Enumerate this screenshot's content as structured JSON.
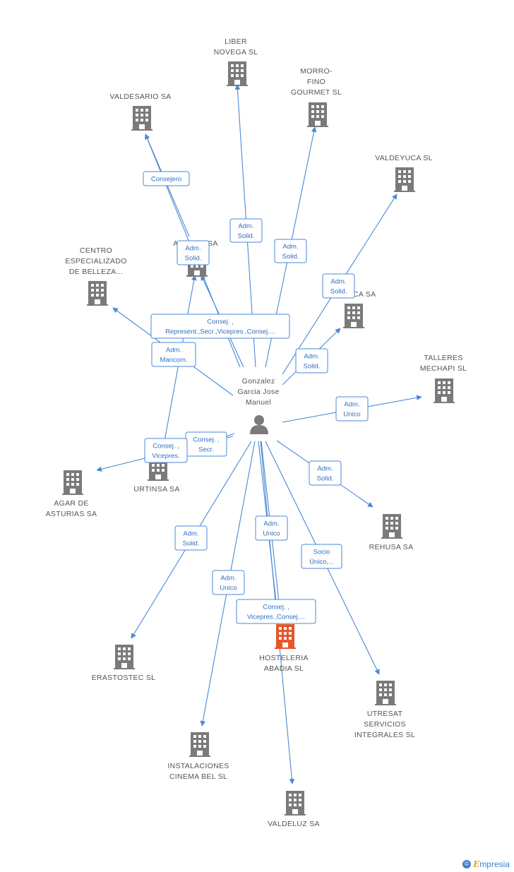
{
  "center": {
    "label_lines": [
      "Gonzalez",
      "Garcia Jose",
      "Manuel"
    ]
  },
  "nodes": [
    {
      "id": "liber",
      "label_lines": [
        "LIBER",
        "NOVEGA  SL"
      ],
      "highlight": false
    },
    {
      "id": "morrofino",
      "label_lines": [
        "MORRO-",
        "FINO",
        "GOURMET  SL"
      ],
      "highlight": false
    },
    {
      "id": "valdesario",
      "label_lines": [
        "VALDESARIO SA"
      ],
      "highlight": false
    },
    {
      "id": "valdeyuca",
      "label_lines": [
        "VALDEYUCA SL"
      ],
      "highlight": false
    },
    {
      "id": "aeroca",
      "label_lines": [
        "AEROCA SA"
      ],
      "highlight": false
    },
    {
      "id": "centro",
      "label_lines": [
        "CENTRO",
        "ESPECIALIZADO",
        "DE BELLEZA..."
      ],
      "highlight": false
    },
    {
      "id": "castica",
      "label_lines": [
        "CASTICA SA"
      ],
      "highlight": false
    },
    {
      "id": "talleres",
      "label_lines": [
        "TALLERES",
        "MECHAPI SL"
      ],
      "highlight": false
    },
    {
      "id": "urtinsa",
      "label_lines": [
        "URTINSA SA"
      ],
      "highlight": false
    },
    {
      "id": "agar",
      "label_lines": [
        "AGAR DE",
        "ASTURIAS SA"
      ],
      "highlight": false
    },
    {
      "id": "rehusa",
      "label_lines": [
        "REHUSA SA"
      ],
      "highlight": false
    },
    {
      "id": "erastostec",
      "label_lines": [
        "ERASTOSTEC SL"
      ],
      "highlight": false
    },
    {
      "id": "hosteleria",
      "label_lines": [
        "HOSTELERIA",
        "ABADIA SL"
      ],
      "highlight": true
    },
    {
      "id": "utresat",
      "label_lines": [
        "UTRESAT",
        "SERVICIOS",
        "INTEGRALES  SL"
      ],
      "highlight": false
    },
    {
      "id": "instalaciones",
      "label_lines": [
        "INSTALACIONES",
        "CINEMA BEL SL"
      ],
      "highlight": false
    },
    {
      "id": "valdeluz",
      "label_lines": [
        "VALDELUZ SA"
      ],
      "highlight": false
    }
  ],
  "edge_labels": [
    {
      "id": "e-liber",
      "lines": [
        "Adm.",
        "Solid."
      ]
    },
    {
      "id": "e-morrofino",
      "lines": [
        "Adm.",
        "Solid."
      ]
    },
    {
      "id": "e-valdesario",
      "lines": [
        "Consejero"
      ]
    },
    {
      "id": "e-aeroca",
      "lines": [
        "Adm.",
        "Solid."
      ]
    },
    {
      "id": "e-valdeyuca",
      "lines": [
        "Adm.",
        "Solid."
      ]
    },
    {
      "id": "e-castica",
      "lines": [
        "Adm.",
        "Solid."
      ]
    },
    {
      "id": "e-consej-represent",
      "lines": [
        "Consej. ,",
        "Represent.,Secr.,Vicepres.,Consej...."
      ]
    },
    {
      "id": "e-centro",
      "lines": [
        "Adm.",
        "Mancom."
      ]
    },
    {
      "id": "e-talleres",
      "lines": [
        "Adm.",
        "Unico"
      ]
    },
    {
      "id": "e-urtinsa",
      "lines": [
        "Consej. ,",
        "Secr."
      ]
    },
    {
      "id": "e-agar",
      "lines": [
        "Consej. ,",
        "Vicepres."
      ]
    },
    {
      "id": "e-rehusa",
      "lines": [
        "Adm.",
        "Solid."
      ]
    },
    {
      "id": "e-erastostec",
      "lines": [
        "Adm.",
        "Solid."
      ]
    },
    {
      "id": "e-hosteleria-unico",
      "lines": [
        "Adm.",
        "Unico"
      ]
    },
    {
      "id": "e-utresat",
      "lines": [
        "Socio",
        "Único,..."
      ]
    },
    {
      "id": "e-instalaciones",
      "lines": [
        "Adm.",
        "Unico"
      ]
    },
    {
      "id": "e-hosteleria-consej",
      "lines": [
        "Consej. ,",
        "Vicepres.,Consej...."
      ]
    }
  ],
  "colors": {
    "edge": "#4a88d6",
    "building": "#7a7a7a",
    "highlight": "#e8552a",
    "person": "#7a7a7a"
  },
  "footer": {
    "copyright_symbol": "©",
    "brand_initial": "E",
    "brand_rest": "mpresia"
  }
}
